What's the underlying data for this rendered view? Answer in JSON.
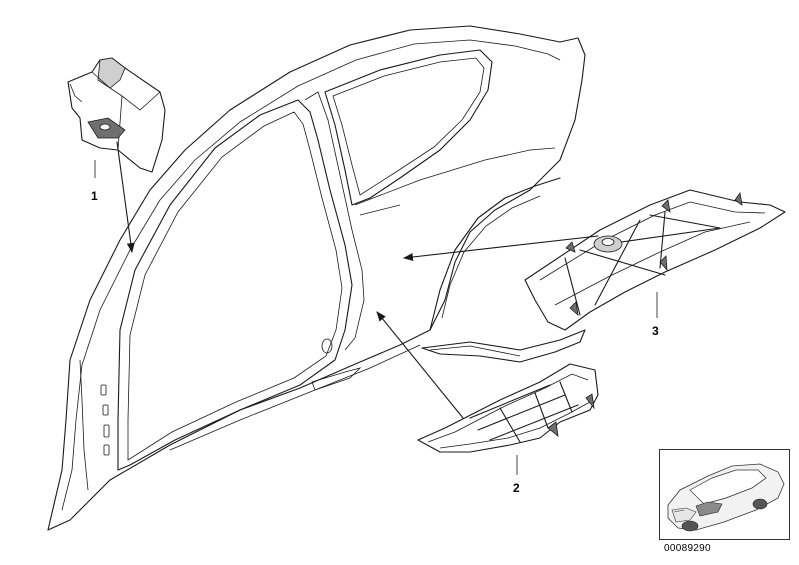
{
  "callouts": [
    {
      "id": "part-1",
      "label": "1"
    },
    {
      "id": "part-2",
      "label": "2"
    },
    {
      "id": "part-3",
      "label": "3"
    }
  ],
  "reference_number": "00089290",
  "thumbnail_icon": "car-overview-icon"
}
